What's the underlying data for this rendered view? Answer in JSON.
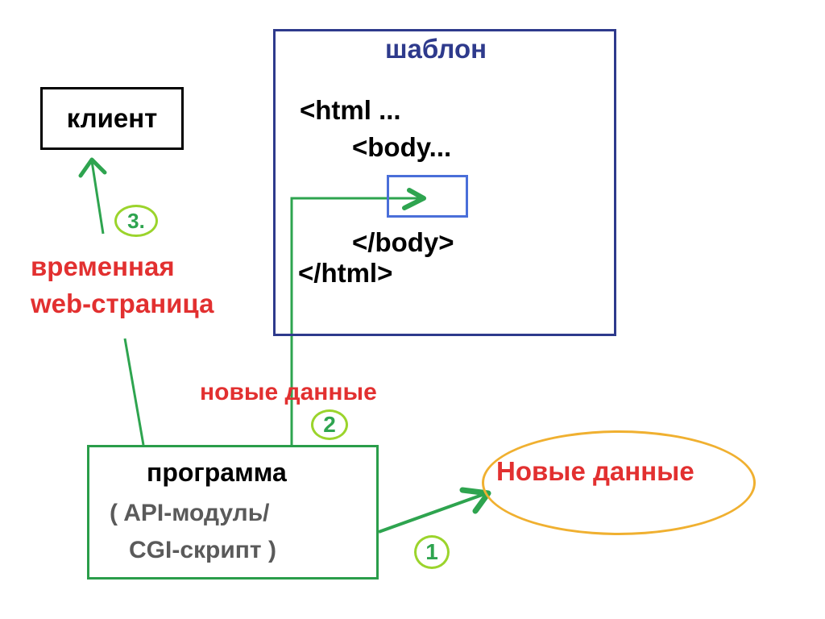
{
  "client": {
    "label": "клиент"
  },
  "template": {
    "title": "шаблон",
    "lines": [
      "<html ...",
      "<body...",
      "</body>",
      "</html>"
    ]
  },
  "temp_page": {
    "line1": "временная",
    "line2": "web-страница"
  },
  "new_data_mid": {
    "label": "новые данные"
  },
  "program": {
    "title": "программа",
    "sub1": "( API-модуль/",
    "sub2": "CGI-скрипт )"
  },
  "new_data_source": {
    "label": "Новые данные"
  },
  "steps": {
    "one": "1",
    "two": "2",
    "three": "3."
  },
  "colors": {
    "arrow": "#2ea44f",
    "red_text": "#e23030",
    "template_border": "#2e3a8c",
    "slot_border": "#4a6fd9",
    "ellipse_border": "#f0b030",
    "step_circle": "#9bd42c"
  }
}
